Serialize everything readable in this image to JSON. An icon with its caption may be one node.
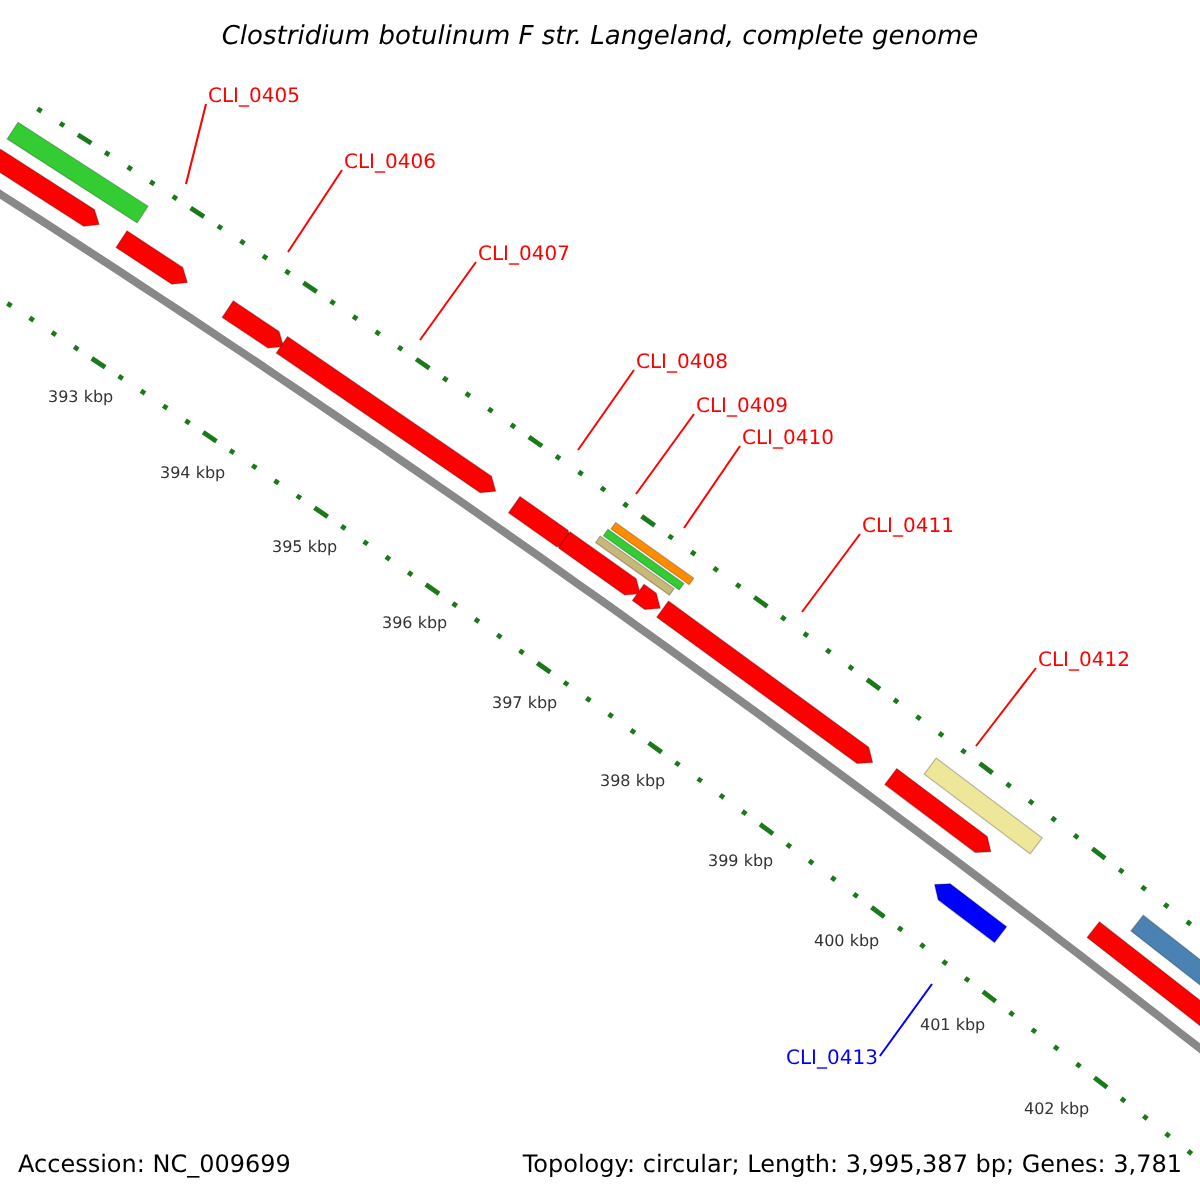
{
  "diagram": {
    "title": "Clostridium botulinum F str. Langeland, complete genome",
    "nodes": [
      {
        "text": [
          "CLI_0405"
        ]
      },
      {
        "text": [
          "CLI_0406"
        ]
      },
      {
        "text": [
          "CLI_0407"
        ]
      },
      {
        "text": [
          "CLI_0408"
        ]
      },
      {
        "text": [
          "CLI_0409"
        ]
      },
      {
        "text": [
          "CLI_0410"
        ]
      },
      {
        "text": [
          "CLI_0411"
        ]
      },
      {
        "text": [
          "CLI_0412"
        ]
      },
      {
        "text": [
          "CLI_0413"
        ]
      }
    ],
    "edges": [
      {
        "from": 0,
        "to": null,
        "arrow": "none"
      },
      {
        "from": 1,
        "to": null,
        "arrow": "none"
      },
      {
        "from": 2,
        "to": null,
        "arrow": "none"
      },
      {
        "from": 3,
        "to": null,
        "arrow": "none"
      },
      {
        "from": 4,
        "to": null,
        "arrow": "none"
      },
      {
        "from": 5,
        "to": null,
        "arrow": "none"
      },
      {
        "from": 6,
        "to": null,
        "arrow": "none"
      },
      {
        "from": 7,
        "to": null,
        "arrow": "none"
      },
      {
        "from": 8,
        "to": null,
        "arrow": "none",
        "color": "#0000ff"
      }
    ],
    "labels": [
      "393 kbp",
      "394 kbp",
      "395 kbp",
      "396 kbp",
      "397 kbp",
      "398 kbp",
      "399 kbp",
      "400 kbp",
      "401 kbp",
      "402 kbp",
      "Accession: NC_009699",
      "Topology: circular; Length: 3,995,387 bp; Genes: 3,781"
    ]
  }
}
